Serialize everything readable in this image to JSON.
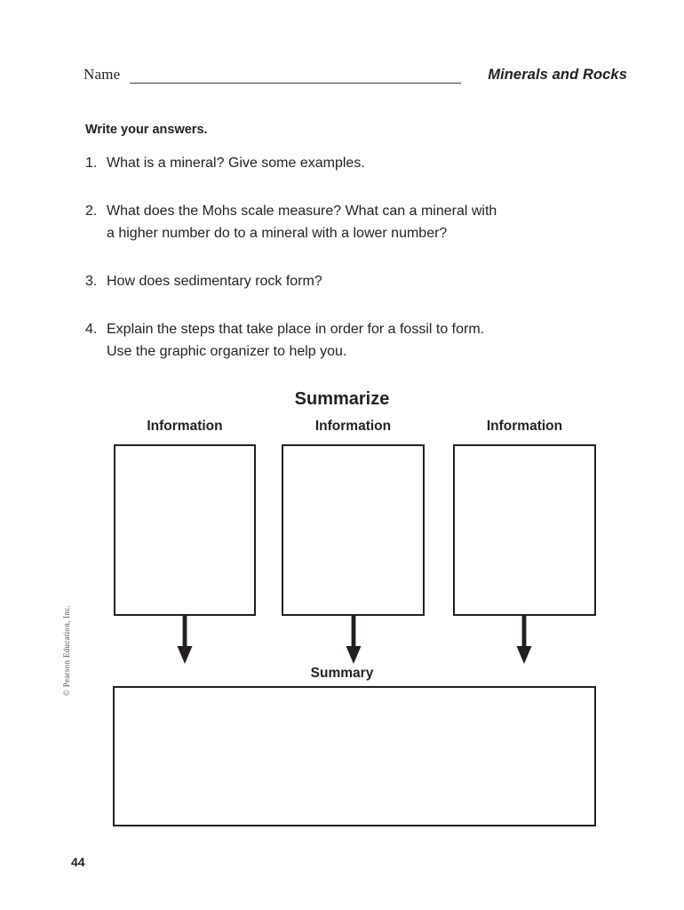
{
  "header": {
    "name_label": "Name",
    "unit_title": "Minerals and Rocks"
  },
  "directions": "Write your answers.",
  "questions": [
    {
      "number": "1.",
      "text": "What is a mineral? Give some examples.",
      "line2": ""
    },
    {
      "number": "2.",
      "text": "What does the Mohs scale measure? What can a mineral with",
      "line2": "a higher number do to a mineral with a lower number?"
    },
    {
      "number": "3.",
      "text": "How does sedimentary rock form?",
      "line2": ""
    },
    {
      "number": "4.",
      "text": "Explain the steps that take place in order for a fossil to form.",
      "line2": "Use the graphic organizer to help you."
    }
  ],
  "organizer": {
    "title": "Summarize",
    "information_labels": [
      "Information",
      "Information",
      "Information"
    ],
    "summary_label": "Summary",
    "box_values": [
      "",
      "",
      ""
    ],
    "summary_value": ""
  },
  "footer": {
    "copyright": "© Pearson Education, Inc.",
    "page_number": "44"
  },
  "colors": {
    "ink": "#231f20",
    "rule": "#3a3a3a",
    "paper": "#ffffff"
  }
}
